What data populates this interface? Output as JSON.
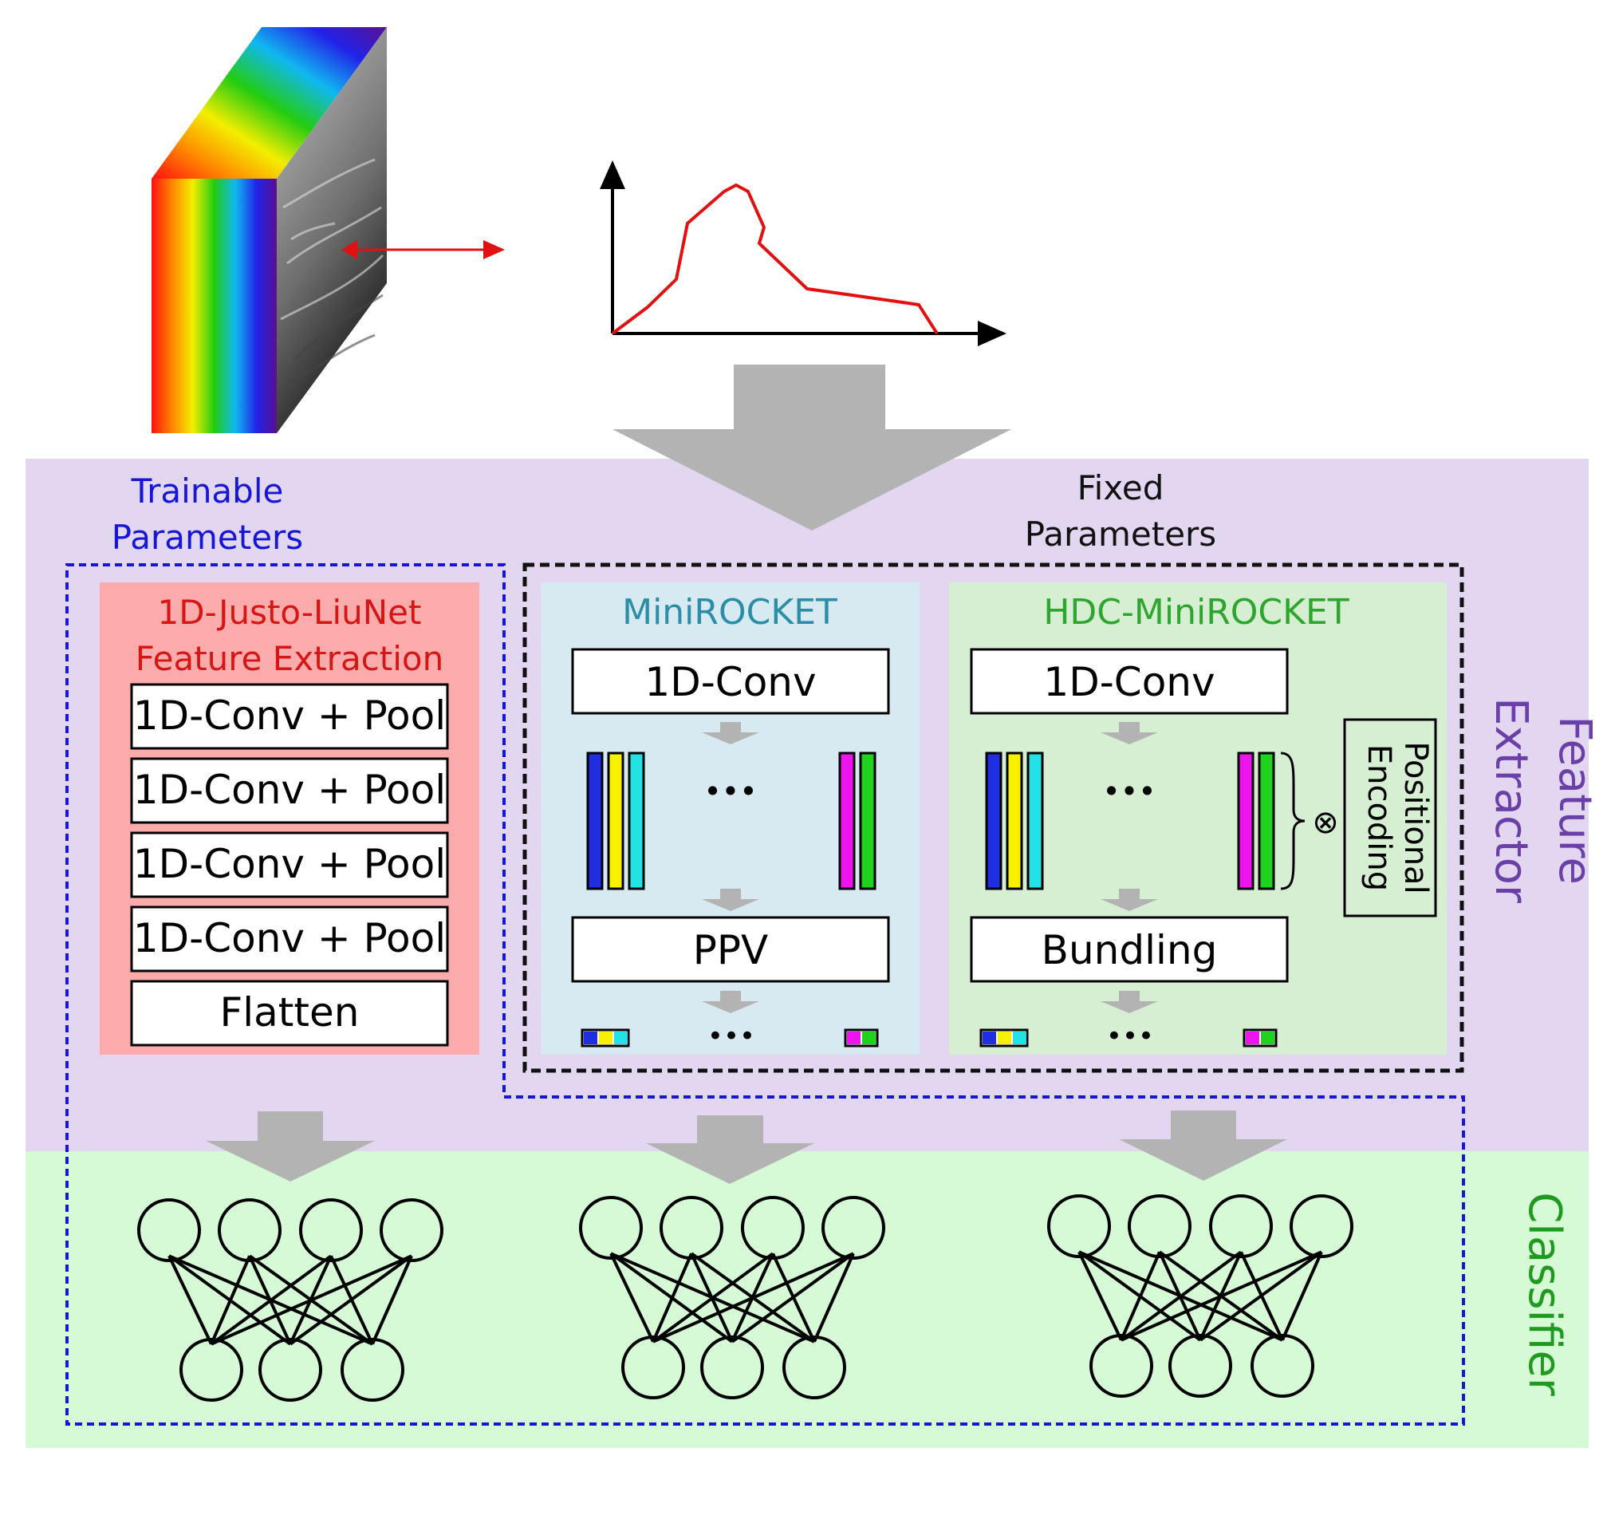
{
  "colors": {
    "feature_extractor_bg": "#e3d6f1",
    "classifier_bg": "#d5fad5",
    "trainable": "#1616d6",
    "fixed": "#111111",
    "liunet_bg": "#fbabab",
    "liunet_title": "#d61515",
    "minirocket_bg": "#d7eaf2",
    "minirocket_title": "#2c8ea6",
    "hdc_bg": "#d6efd2",
    "hdc_title": "#2ea52e",
    "feature_extractor_label": "#6a3fa8",
    "classifier_label": "#1f9a1f",
    "arrow_gray": "#b3b3b3",
    "spectrum_line": "#e11111"
  },
  "labels": {
    "trainable_line1": "Trainable",
    "trainable_line2": "Parameters",
    "fixed_line1": "Fixed",
    "fixed_line2": "Parameters",
    "feature_extractor_line1": "Feature",
    "feature_extractor_line2": "Extractor",
    "classifier": "Classifier"
  },
  "liunet": {
    "title_line1": "1D-Justo-LiuNet",
    "title_line2": "Feature Extraction",
    "layers": [
      "1D-Conv + Pool",
      "1D-Conv + Pool",
      "1D-Conv + Pool",
      "1D-Conv + Pool",
      "Flatten"
    ]
  },
  "minirocket": {
    "title": "MiniROCKET",
    "conv": "1D-Conv",
    "pool": "PPV",
    "ellipsis": "•••"
  },
  "hdc": {
    "title": "HDC-MiniROCKET",
    "conv": "1D-Conv",
    "pool": "Bundling",
    "ellipsis": "•••",
    "operator": "⊗",
    "encoding_line1": "Positional",
    "encoding_line2": "Encoding"
  },
  "icons": {
    "cube": "hyperspectral-cube-icon",
    "spectrum": "spectral-signature-icon",
    "network": "neural-network-icon",
    "feature_map": "feature-map-icon"
  }
}
